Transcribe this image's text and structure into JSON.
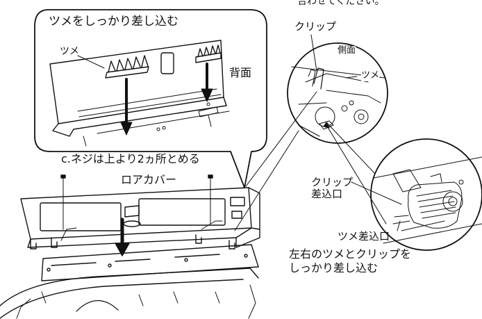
{
  "callout": {
    "title": "ツメをしっかり差し込む",
    "claw_label": "ツメ",
    "back_label": "背面"
  },
  "instructions": {
    "top_partial": "合わせてください。",
    "screw_step": "c.ネジは上より2ヵ所とめる"
  },
  "lower_cover_label": "ロアカバー",
  "side_detail": {
    "clip_label": "クリップ",
    "side_label": "側面",
    "claw_label": "ツメ"
  },
  "inset_detail": {
    "clip_slot_label": "クリップ\n差込口",
    "claw_slot_label": "ツメ差込口",
    "note": "左右のツメとクリップを\nしっかり差し込む"
  },
  "colors": {
    "line": "#111111",
    "fill": "#ffffff",
    "arrow": "#111111"
  }
}
